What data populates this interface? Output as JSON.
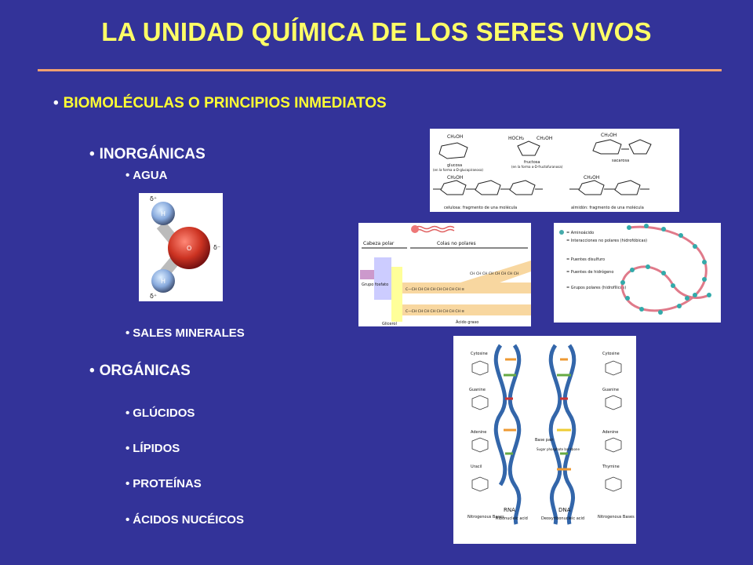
{
  "title": "LA UNIDAD QUÍMICA DE LOS SERES VIVOS",
  "outline": {
    "main": "BIOMOLÉCULAS O PRINCIPIOS INMEDIATOS",
    "inorganic": "INORGÁNICAS",
    "water": "AGUA",
    "salts": "SALES MINERALES",
    "organic": "ORGÁNICAS",
    "carbs": "GLÚCIDOS",
    "lipids": "LÍPIDOS",
    "proteins": "PROTEÍNAS",
    "nucleic": "ÁCIDOS NUCÉICOS"
  },
  "sugars": {
    "ch2oh": "CH₂OH",
    "hoch2": "HOCH₂",
    "glucosa": "glucosa",
    "fructosa": "fructosa",
    "sacarosa": "sacarosa",
    "glucosa_sub": "(en la forma α-D-glucopiranosa)",
    "fructosa_sub": "(en la forma α-D-fructofuranosa)",
    "celulosa": "celulosa: fragmento de una molécula",
    "almidon": "almidón: fragmento de una molécula"
  },
  "lipid": {
    "head": "Cabeza polar",
    "tails": "Colas no polares",
    "group": "Grupo fosfato",
    "glycerol": "Glicerol",
    "fatty": "Ácido graso",
    "chain": "CH CH CH CH CH CH CH CH",
    "chain2": "C—CH CH CH CH CH CH CH CH ≡"
  },
  "protein": {
    "legend": [
      "= Aminoácido",
      "= Interacciones no polares (hidrofóbicas)",
      "= Puentes disulfuro",
      "= Puentes de hidrógeno",
      "= Grupos polares (hidrofílicos)"
    ]
  },
  "dna": {
    "rna": "RNA",
    "dna": "DNA",
    "ribo": "Ribonucleic acid",
    "deoxy": "Deoxyribonucleic acid",
    "bases": "Nitrogenous Bases",
    "basepair": "Base pair",
    "backbone": "Sugar phosphate backbone",
    "cytosine": "Cytosine",
    "guanine": "Guanine",
    "adenine": "Adenine",
    "uracil": "Uracil",
    "thymine": "Thymine"
  },
  "colors": {
    "background": "#333399",
    "title": "#ffff66",
    "accent_rule": "#f0a070",
    "oxygen": "#cc3322",
    "hydrogen": "#88aadd"
  }
}
